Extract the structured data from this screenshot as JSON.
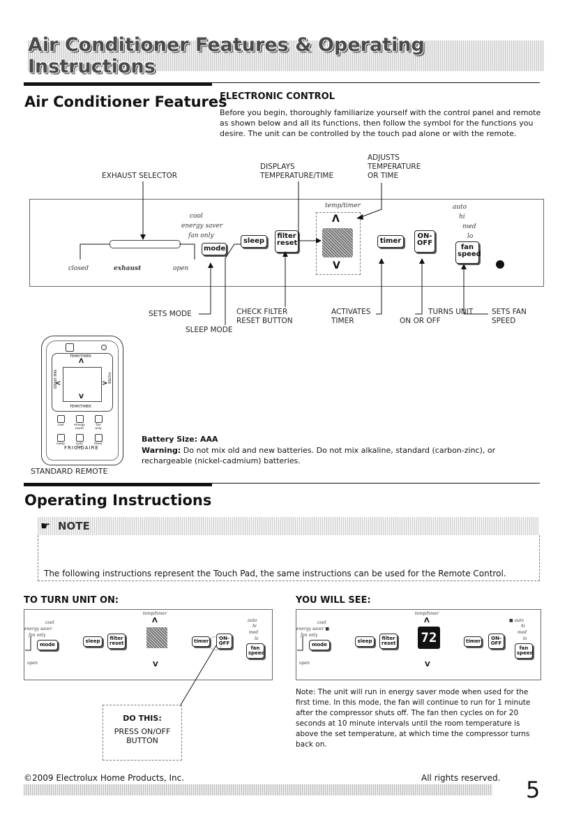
{
  "banner_title": "Air Conditioner Features & Operating Instructions",
  "features": {
    "heading": "Air Conditioner Features",
    "sub_heading": "ELECTRONIC CONTROL",
    "intro": "Before you begin, thoroughly familiarize yourself with the control panel and remote as shown below and all its functions, then follow the symbol for the functions you desire. The unit can be controlled by the touch pad alone or with the remote."
  },
  "callouts": {
    "exhaust_selector": "EXHAUST SELECTOR",
    "displays_1": "DISPLAYS",
    "displays_2": "TEMPERATURE/TIME",
    "adjusts_1": "ADJUSTS",
    "adjusts_2": "TEMPERATURE",
    "adjusts_3": "OR TIME",
    "sets_mode": "SETS MODE",
    "sleep_mode": "SLEEP MODE",
    "check_filter_1": "CHECK FILTER",
    "check_filter_2": "RESET BUTTON",
    "activates_1": "ACTIVATES",
    "activates_2": "TIMER",
    "turns_1": "TURNS UNIT",
    "turns_2": "ON OR OFF",
    "sets_fan_1": "SETS FAN",
    "sets_fan_2": "SPEED"
  },
  "panel": {
    "cool": "cool",
    "energy_saver": "energy saver",
    "fan_only": "fan only",
    "closed": "closed",
    "exhaust": "exhaust",
    "open": "open",
    "temp_timer": "temp/timer",
    "auto": "auto",
    "hi": "hi",
    "med": "med",
    "lo": "lo",
    "btn_mode": "mode",
    "btn_sleep": "sleep",
    "btn_filter_1": "filter",
    "btn_filter_2": "reset",
    "btn_timer": "timer",
    "btn_on_1": "ON-",
    "btn_on_2": "OFF",
    "btn_fan_1": "fan",
    "btn_fan_2": "speed",
    "up": "Λ",
    "down": "V"
  },
  "remote": {
    "caption": "STANDARD REMOTE",
    "temp_timer": "TEMP/TIMER",
    "fan_speed": "FAN SPEED",
    "filter": "FILTER",
    "brand": "FRIGIDAIRE",
    "cool": "cool",
    "energy_saver": "energy saver",
    "fan_only": "fan only",
    "sleep": "sleep",
    "auto_fan": "auto fan",
    "timer": "timer"
  },
  "battery": {
    "size_label": "Battery Size: AAA",
    "warning_label": "Warning:",
    "warning_text": " Do not mix old and new batteries. Do not mix alkaline, standard (carbon-zinc), or rechargeable (nickel-cadmium) batteries."
  },
  "operating": {
    "heading": "Operating Instructions",
    "note_label": "NOTE",
    "note_text": "The following instructions represent the Touch Pad, the same instructions can be used for the Remote Control.",
    "turn_on_heading": "TO TURN UNIT ON:",
    "you_will_see": "YOU WILL SEE:",
    "do_this": "DO THIS:",
    "press_1": "PRESS ON/OFF",
    "press_2": "BUTTON",
    "display_value": "72",
    "energy_saver_marked": "energy saver ■",
    "auto_marked": "■ auto",
    "note_text_2": "Note: The unit will run in energy saver mode when used for the first time. In this mode, the fan will continue to run for 1 minute after the compressor shuts off. The fan then cycles on for 20 seconds at 10 minute intervals until the room temperature is above the set temperature, at which time the compressor turns back on."
  },
  "footer": {
    "copyright": "©2009 Electrolux Home Products, Inc.",
    "rights": "All rights reserved.",
    "page_number": "5"
  }
}
